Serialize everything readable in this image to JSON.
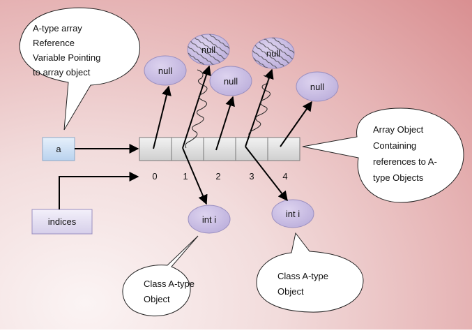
{
  "callouts": {
    "top_left": [
      "A-type array",
      "Reference",
      "Variable Pointing",
      "to array object"
    ],
    "right": [
      "Array Object",
      "Containing",
      "references to A-",
      "type Objects"
    ],
    "bottom_left": [
      "Class A-type",
      "Object"
    ],
    "bottom_right": [
      "Class A-type",
      "Object"
    ]
  },
  "boxes": {
    "reference": "a",
    "indices": "indices"
  },
  "array": {
    "index_labels": [
      "0",
      "1",
      "2",
      "3",
      "4"
    ]
  },
  "null_nodes": [
    "null",
    "null",
    "null",
    "null",
    "null"
  ],
  "int_nodes": [
    "int i",
    "int i"
  ],
  "colors": {
    "ellipse_fill": "#c9bde2",
    "ellipse_stroke": "#9a8fc0",
    "box_a_fill": "#cfe2f5",
    "box_indices_fill": "#e4dff2"
  }
}
